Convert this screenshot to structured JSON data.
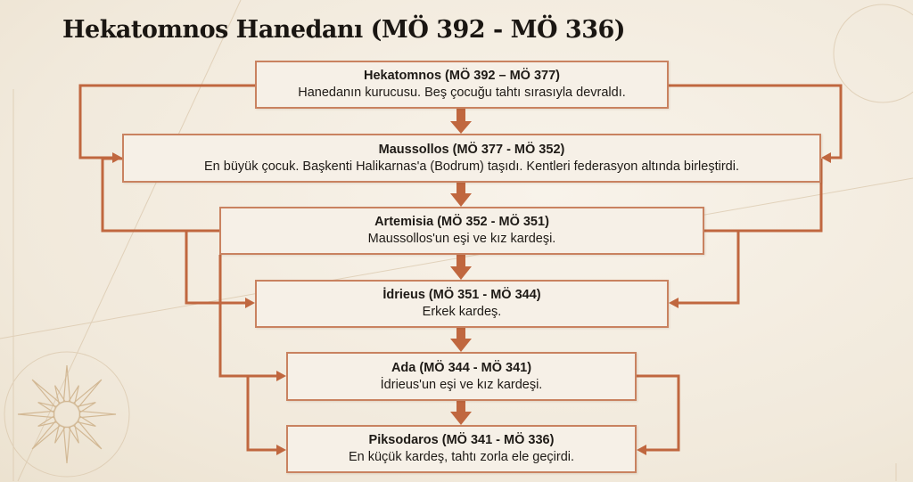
{
  "title": "Hekatomnos Hanedanı (MÖ 392 - MÖ 336)",
  "colors": {
    "accent": "#c0673f",
    "box_border": "#c98260",
    "box_fill": "#f6f0e7",
    "background": "#f1e9db"
  },
  "rulers": [
    {
      "name": "Hekatomnos (MÖ 392 – MÖ 377)",
      "desc": "Hanedanın kurucusu. Beş çocuğu tahtı sırasıyla devraldı."
    },
    {
      "name": "Maussollos (MÖ 377 - MÖ 352)",
      "desc": "En büyük çocuk. Başkenti Halikarnas'a (Bodrum) taşıdı. Kentleri federasyon altında birleştirdi."
    },
    {
      "name": "Artemisia (MÖ 352 - MÖ 351)",
      "desc": "Maussollos'un eşi ve kız kardeşi."
    },
    {
      "name": "İdrieus (MÖ 351 - MÖ 344)",
      "desc": "Erkek kardeş."
    },
    {
      "name": "Ada (MÖ 344 - MÖ 341)",
      "desc": "İdrieus'un eşi ve kız kardeşi."
    },
    {
      "name": "Piksodaros (MÖ 341 - MÖ 336)",
      "desc": "En küçük kardeş, tahtı zorla ele geçirdi."
    }
  ]
}
